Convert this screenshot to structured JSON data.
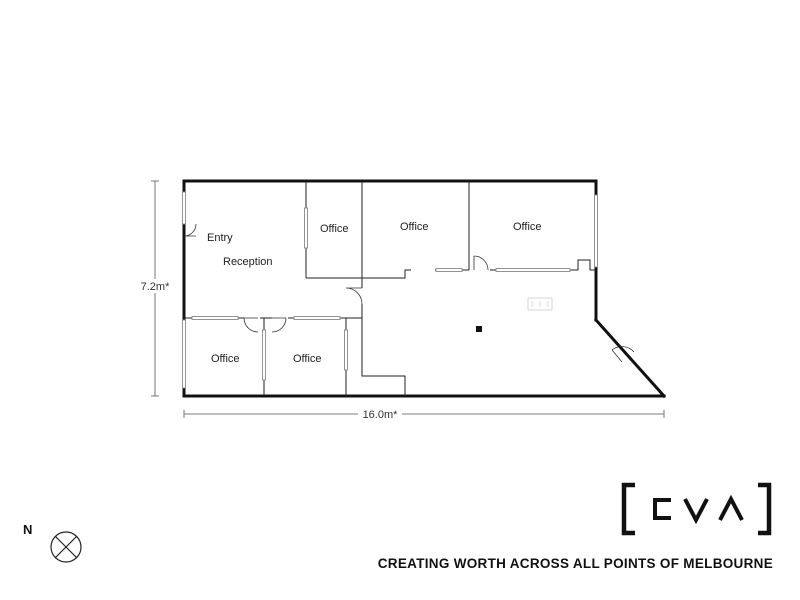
{
  "floorplan": {
    "rooms": [
      {
        "id": "entry",
        "label": "Entry"
      },
      {
        "id": "reception",
        "label": "Reception"
      },
      {
        "id": "office-1",
        "label": "Office"
      },
      {
        "id": "office-2",
        "label": "Office"
      },
      {
        "id": "office-3",
        "label": "Office"
      },
      {
        "id": "office-4",
        "label": "Office"
      },
      {
        "id": "office-5",
        "label": "Office"
      }
    ],
    "dimensions": {
      "height_label": "7.2m*",
      "width_label": "16.0m*"
    }
  },
  "compass": {
    "north_label": "N",
    "icon": "compass-icon"
  },
  "brand": {
    "logo_text": "CVA",
    "logo_icon": "cva-logo",
    "tagline": "CREATING WORTH ACROSS ALL POINTS OF MELBOURNE"
  }
}
